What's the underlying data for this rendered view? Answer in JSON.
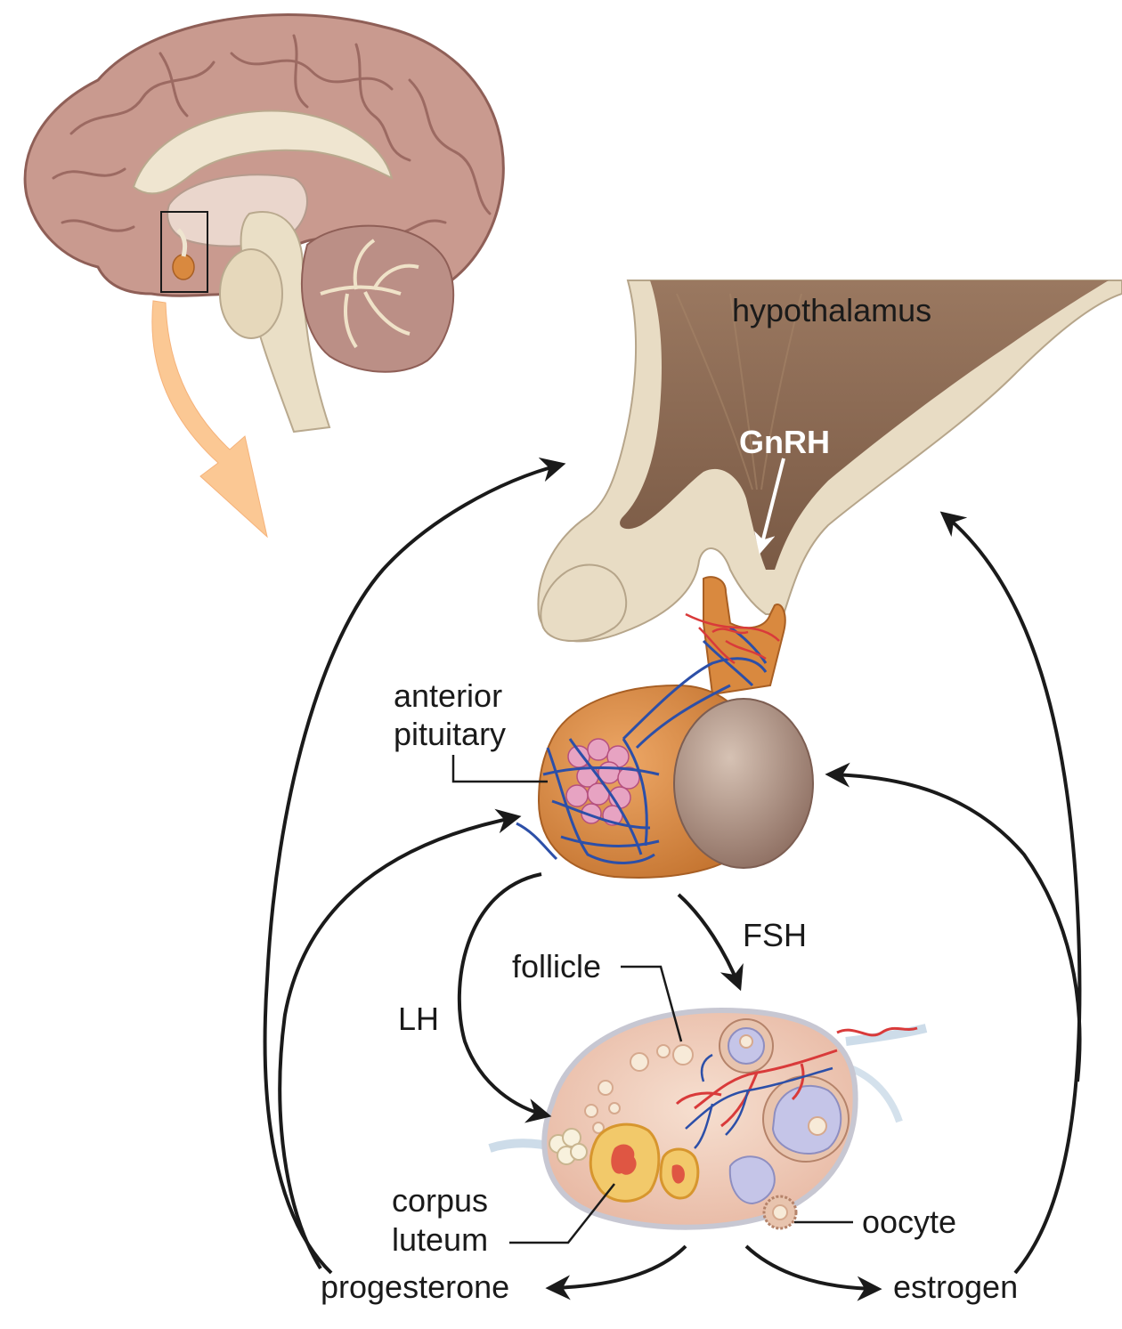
{
  "labels": {
    "hypothalamus": "hypothalamus",
    "gnrh": "GnRH",
    "anterior_pituitary_line1": "anterior",
    "anterior_pituitary_line2": "pituitary",
    "fsh": "FSH",
    "lh": "LH",
    "follicle": "follicle",
    "corpus_luteum_line1": "corpus",
    "corpus_luteum_line2": "luteum",
    "oocyte": "oocyte",
    "progesterone": "progesterone",
    "estrogen": "estrogen"
  },
  "colors": {
    "brain": "#c99a8f",
    "brain_dark": "#9c6a62",
    "hypothalamus": "#8b6a52",
    "bone": "#e8dcc4",
    "pituitary_anterior": "#d9893f",
    "pituitary_posterior": "#a8887a",
    "ovary": "#f2d2c0",
    "blue_vessel": "#2c4fa8",
    "red_vessel": "#d93a3a",
    "pointer_arrow": "#fbc894",
    "feedback_arrow": "#1a1a1a"
  }
}
